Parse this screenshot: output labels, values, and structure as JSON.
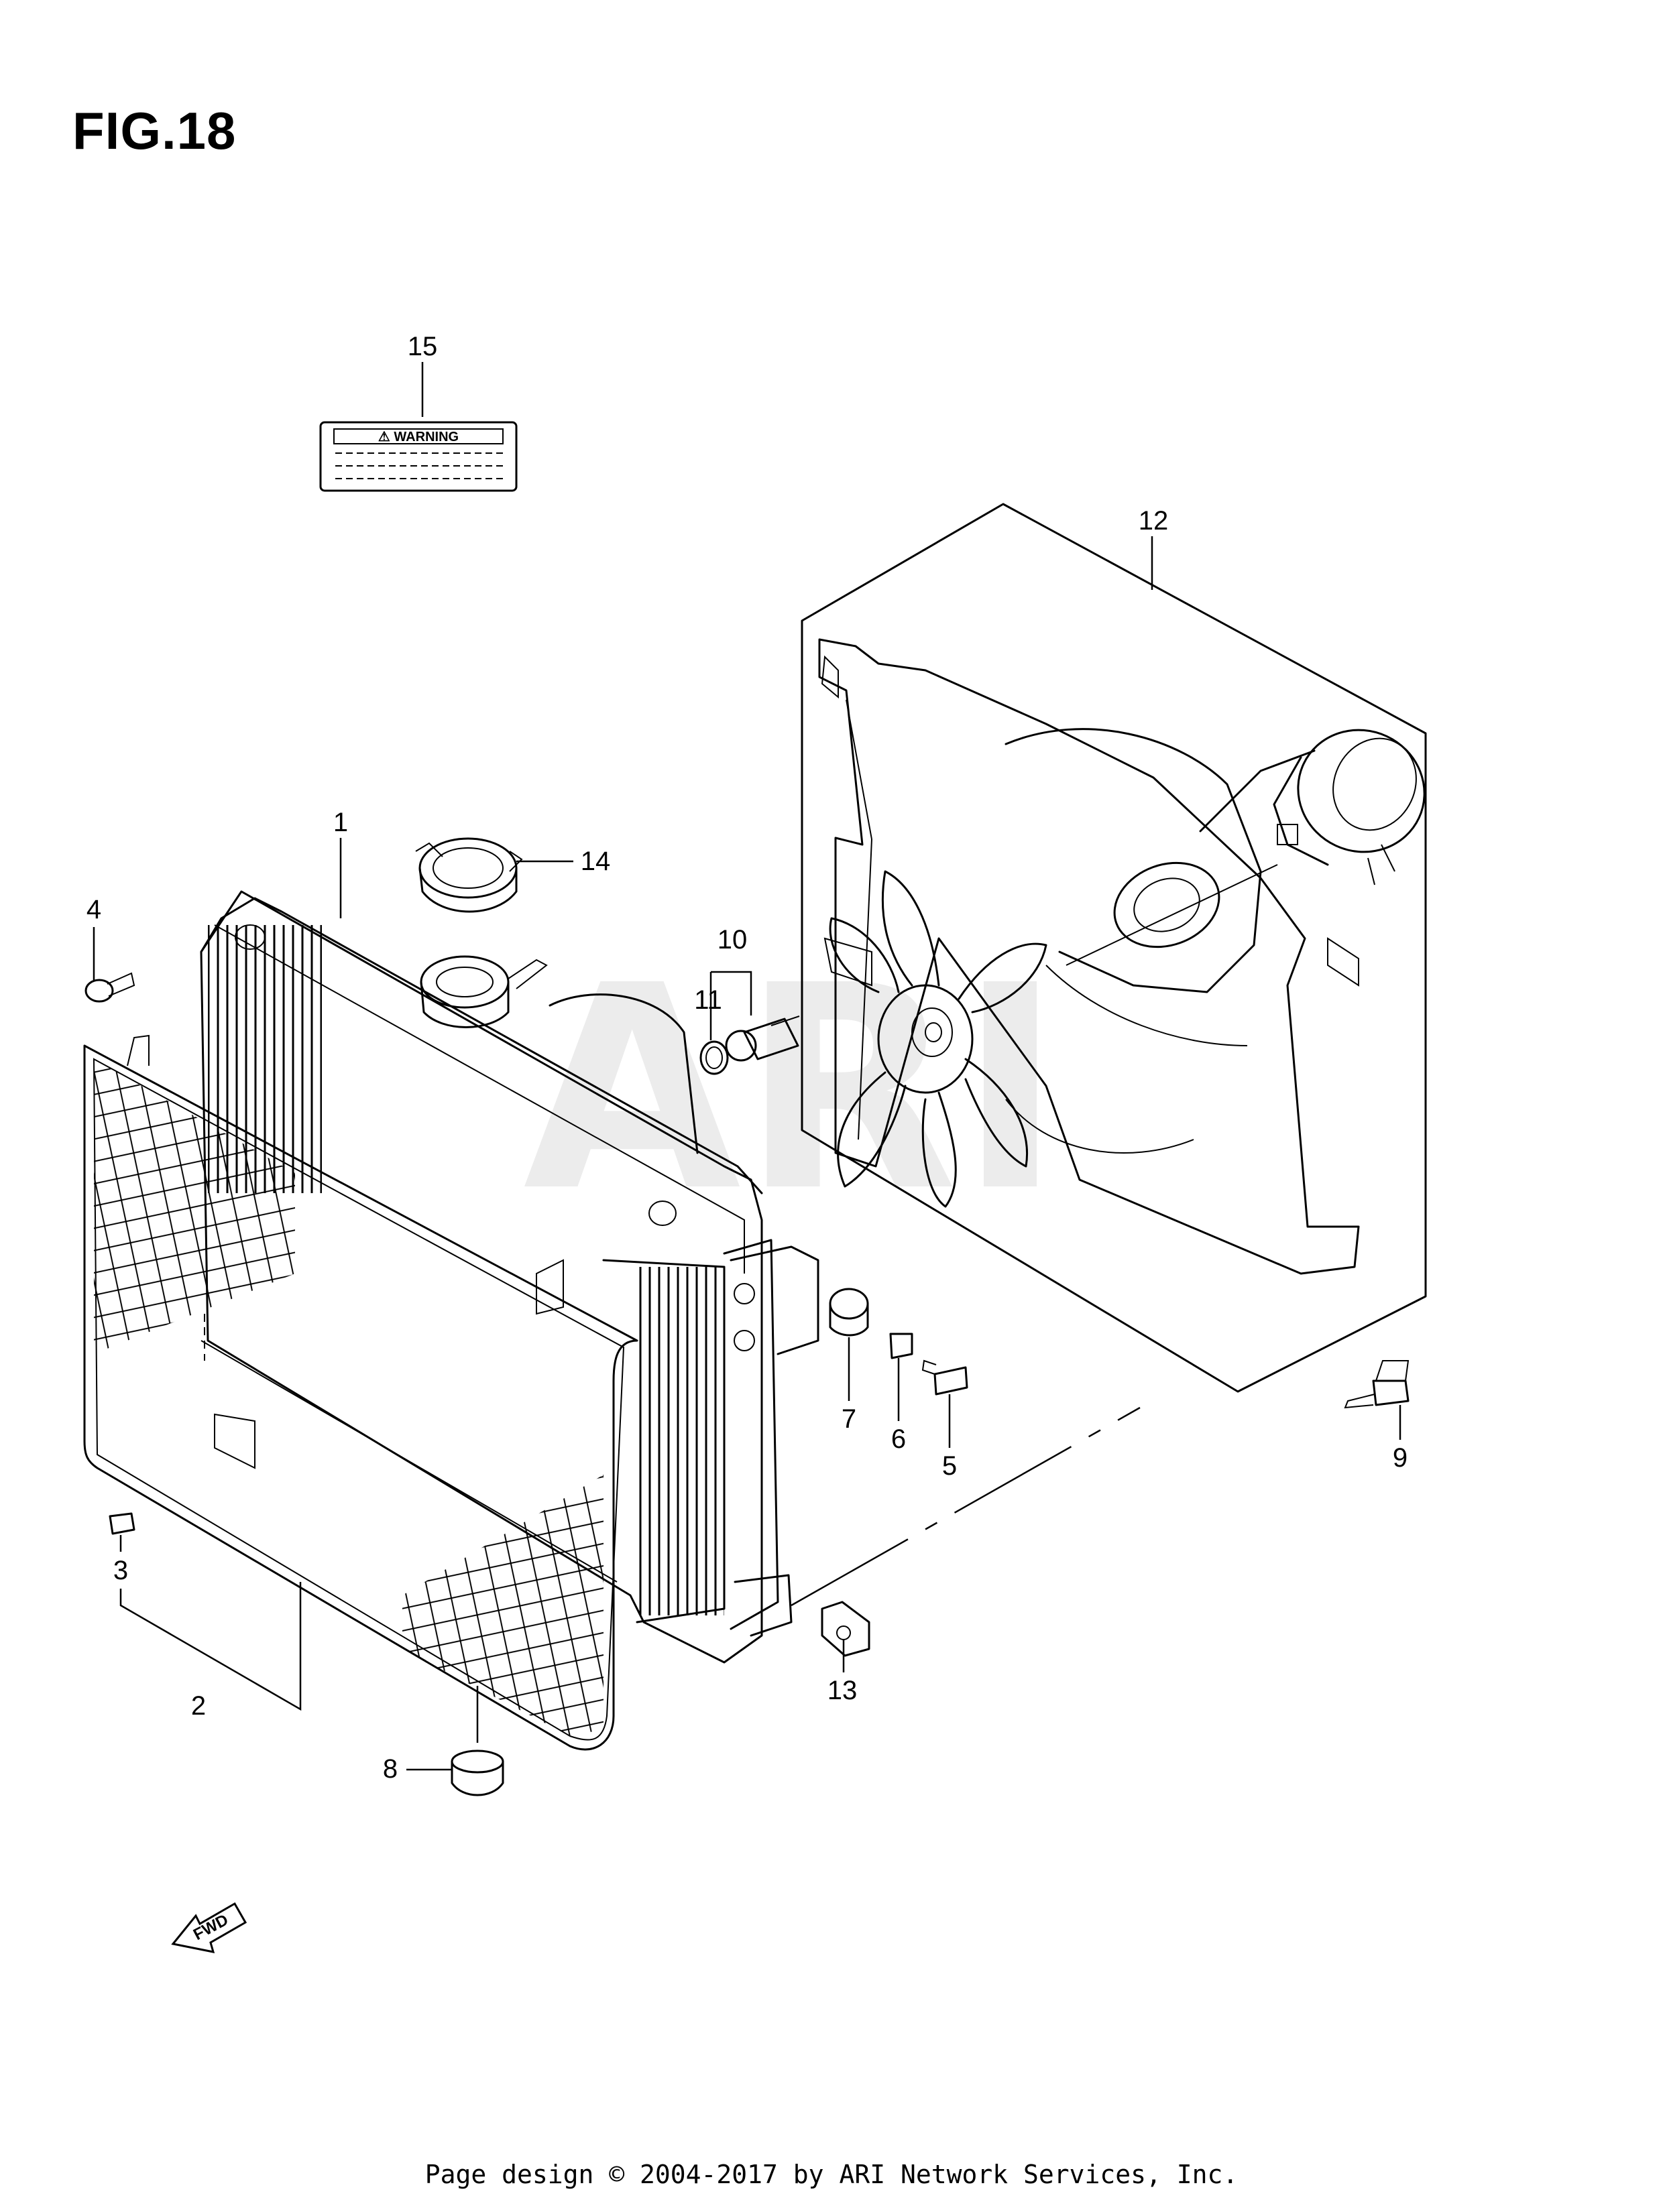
{
  "figure": {
    "title": "FIG.18"
  },
  "label_plate": {
    "heading": "⚠ WARNING"
  },
  "watermark": {
    "text": "ARI"
  },
  "callouts": {
    "c1": "1",
    "c2": "2",
    "c3": "3",
    "c4": "4",
    "c5": "5",
    "c6": "6",
    "c7": "7",
    "c8": "8",
    "c9": "9",
    "c10": "10",
    "c11": "11",
    "c12": "12",
    "c13": "13",
    "c14": "14",
    "c15": "15"
  },
  "direction_arrow": {
    "label": "FWD"
  },
  "footer": {
    "text": "Page design © 2004-2017 by ARI Network Services, Inc."
  },
  "colors": {
    "ink": "#000000",
    "background": "#ffffff",
    "watermark": "#ececec"
  }
}
